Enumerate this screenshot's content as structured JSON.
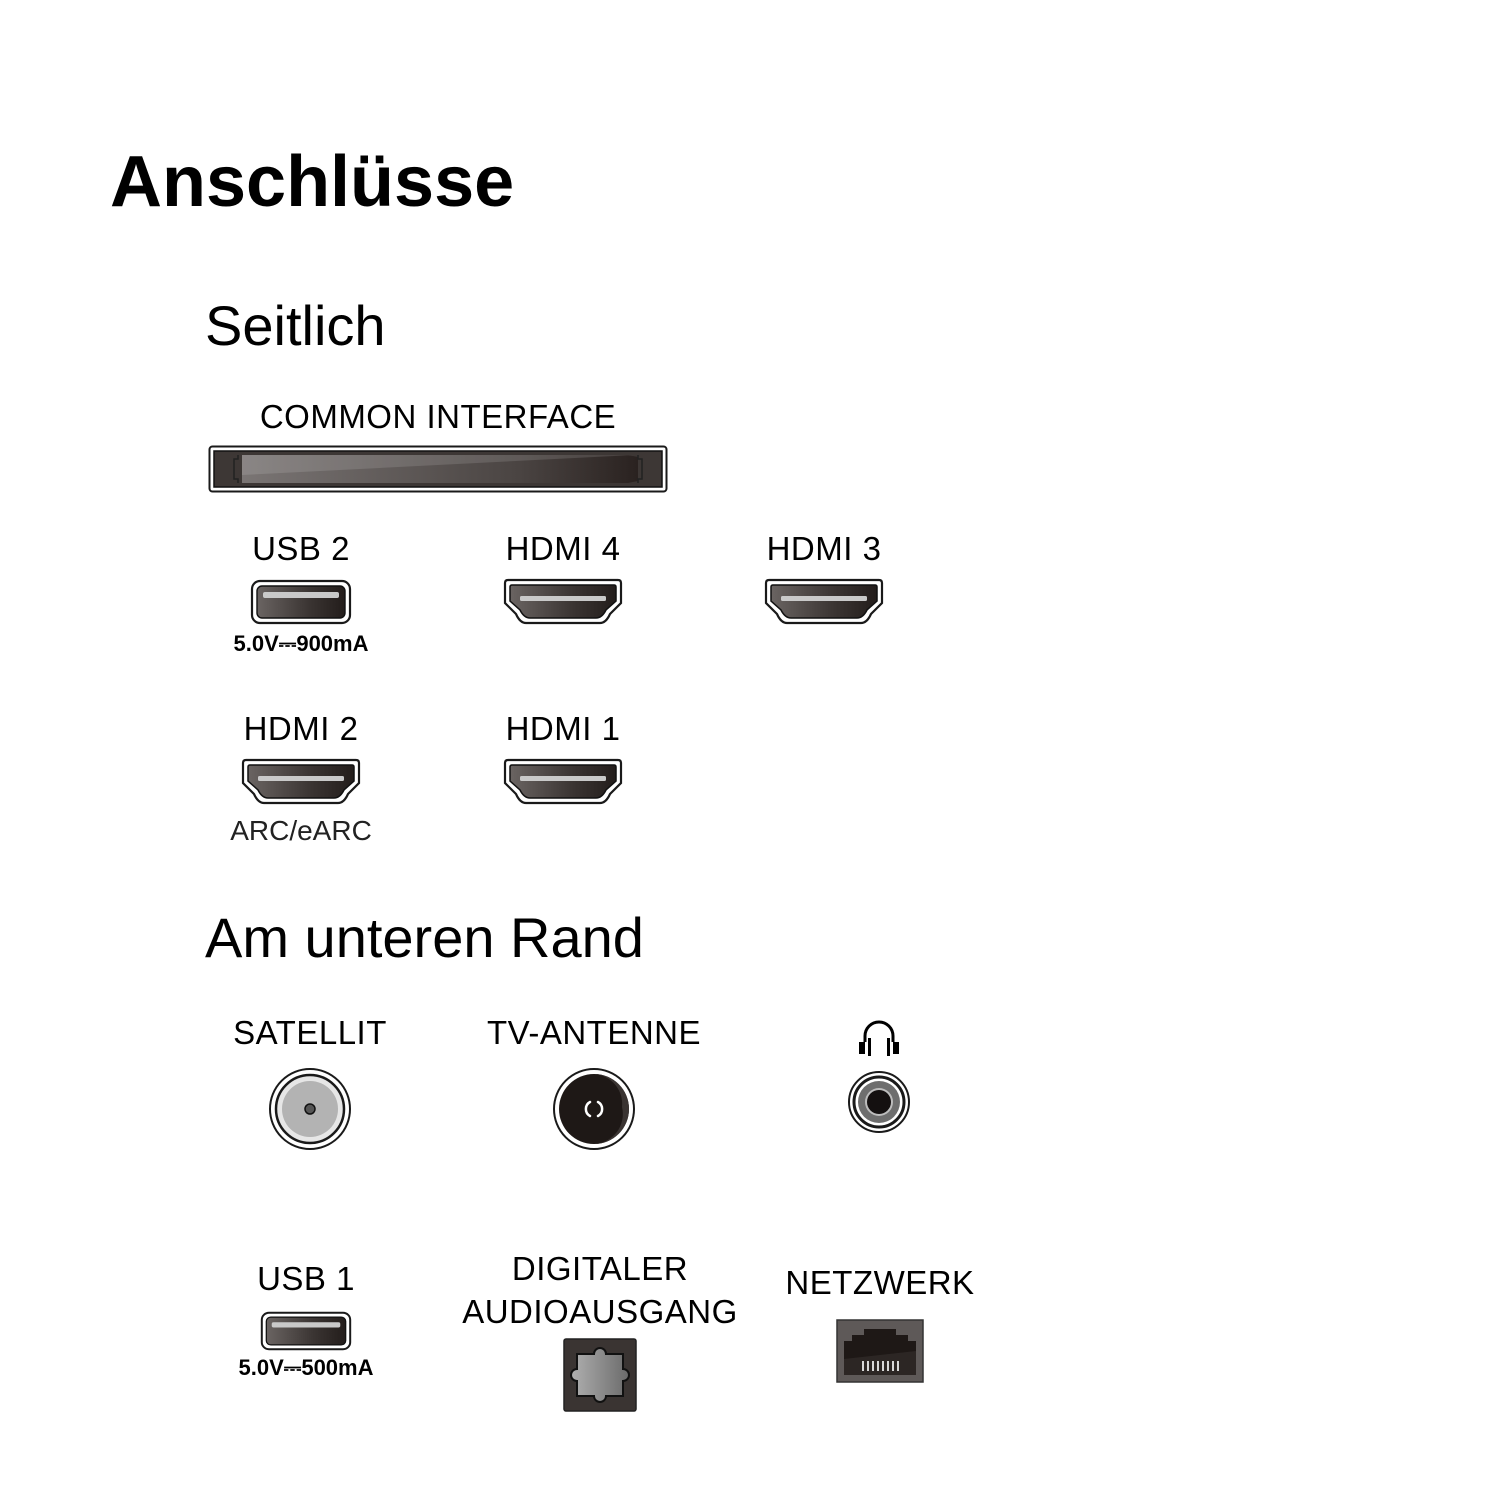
{
  "page": {
    "title": "Anschlüsse"
  },
  "sections": [
    {
      "heading": "Seitlich",
      "ports": [
        {
          "label": "COMMON INTERFACE",
          "icon": "ci-slot-icon"
        },
        {
          "label": "USB 2",
          "icon": "usb-port-icon",
          "spec": "5.0V⎓900mA"
        },
        {
          "label": "HDMI 4",
          "icon": "hdmi-port-icon"
        },
        {
          "label": "HDMI 3",
          "icon": "hdmi-port-icon"
        },
        {
          "label": "HDMI 2",
          "icon": "hdmi-port-icon",
          "note": "ARC/eARC"
        },
        {
          "label": "HDMI 1",
          "icon": "hdmi-port-icon"
        }
      ]
    },
    {
      "heading": "Am unteren Rand",
      "ports": [
        {
          "label": "SATELLIT",
          "icon": "satellite-coax-icon"
        },
        {
          "label": "TV-ANTENNE",
          "icon": "antenna-coax-icon"
        },
        {
          "label": "",
          "icon": "headphone-jack-icon"
        },
        {
          "label": "USB 1",
          "icon": "usb-port-icon",
          "spec": "5.0V⎓500mA"
        },
        {
          "label_line1": "DIGITALER",
          "label_line2": "AUDIOAUSGANG",
          "icon": "optical-audio-icon"
        },
        {
          "label": "NETZWERK",
          "icon": "ethernet-port-icon"
        }
      ]
    }
  ],
  "colors": {
    "port_dark": "#2a2422",
    "port_mid": "#5a5452",
    "port_light": "#c8c8c8",
    "text": "#000000"
  }
}
